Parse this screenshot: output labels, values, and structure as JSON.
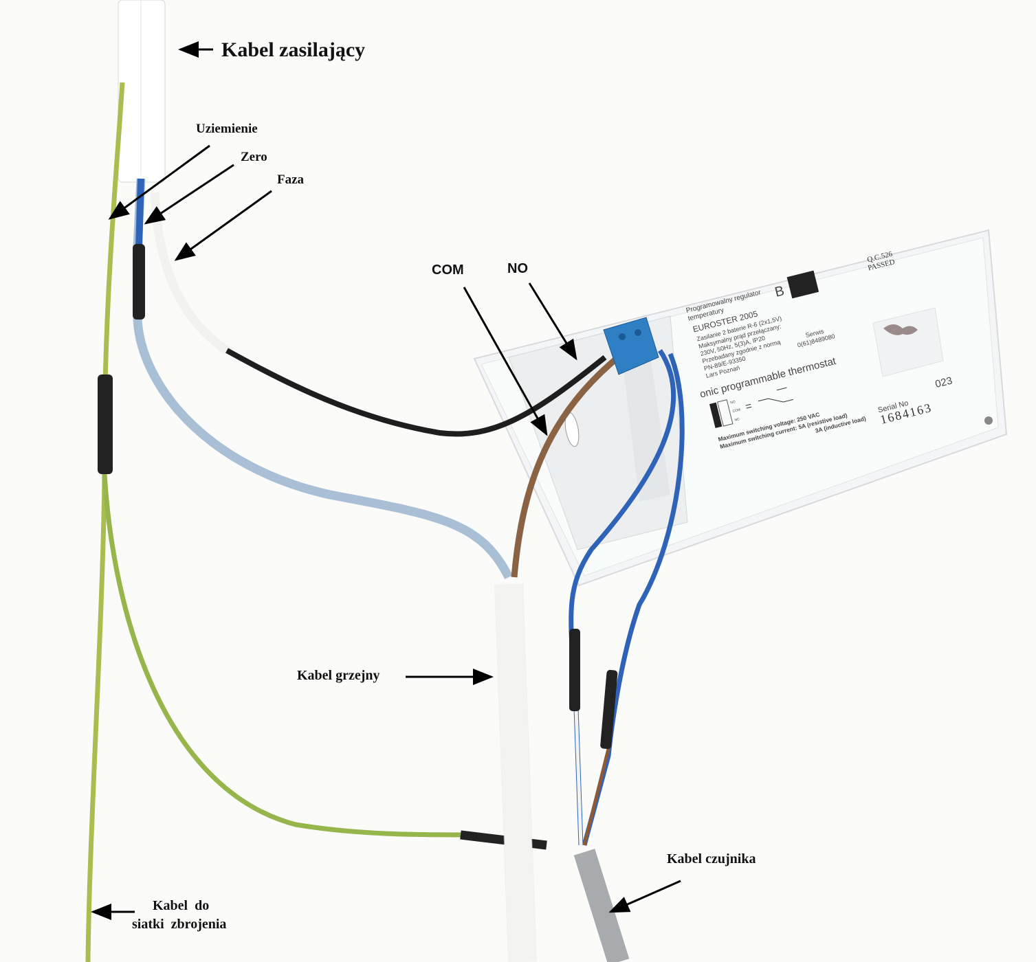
{
  "annotations": {
    "power_cable": "Kabel zasilający",
    "ground": "Uziemienie",
    "neutral": "Zero",
    "phase": "Faza",
    "com": "COM",
    "no": "NO",
    "heating_cable": "Kabel grzejny",
    "sensor_cable": "Kabel czujnika",
    "mesh_cable_line1": "Kabel  do",
    "mesh_cable_line2": "siatki  zbrojenia"
  },
  "device_label": {
    "line1": "Programowalny regulator",
    "line2": "temperatury",
    "class_mark": "B",
    "model": "EUROSTER 2005",
    "spec1": "Zasilanie 2 baterie R-6 (2x1,5V)",
    "spec2": "Maksymalny prąd przełączany:",
    "spec3": "230V, 50Hz, 5(3)A, IP20",
    "spec4": "Przebadany zgodnie z normą",
    "spec5": "PN-89/E-93350",
    "spec6": "Lars Poznań",
    "service": "Serwis",
    "service_phone": "0(61)8489080",
    "title": "onic programmable thermostat",
    "term_no": "NO",
    "term_com": "COM",
    "term_nc": "NC",
    "max_voltage": "Maximum switching voltage: 250 VAC",
    "max_current": "Maximum switching current: 5A (resistive load)",
    "max_current2": "3A (inductive load)",
    "qc1": "Q.C.526",
    "qc2": "PASSED",
    "serial_label": "Serial  No",
    "serial": "1684163",
    "code": "023"
  },
  "colors": {
    "green_yellow": "#9cb84a",
    "blue": "#2f63b8",
    "light_blue": "#a8bfd6",
    "brown": "#8a6244",
    "black": "#1e1e1e",
    "connector": "#2f7fc4"
  }
}
